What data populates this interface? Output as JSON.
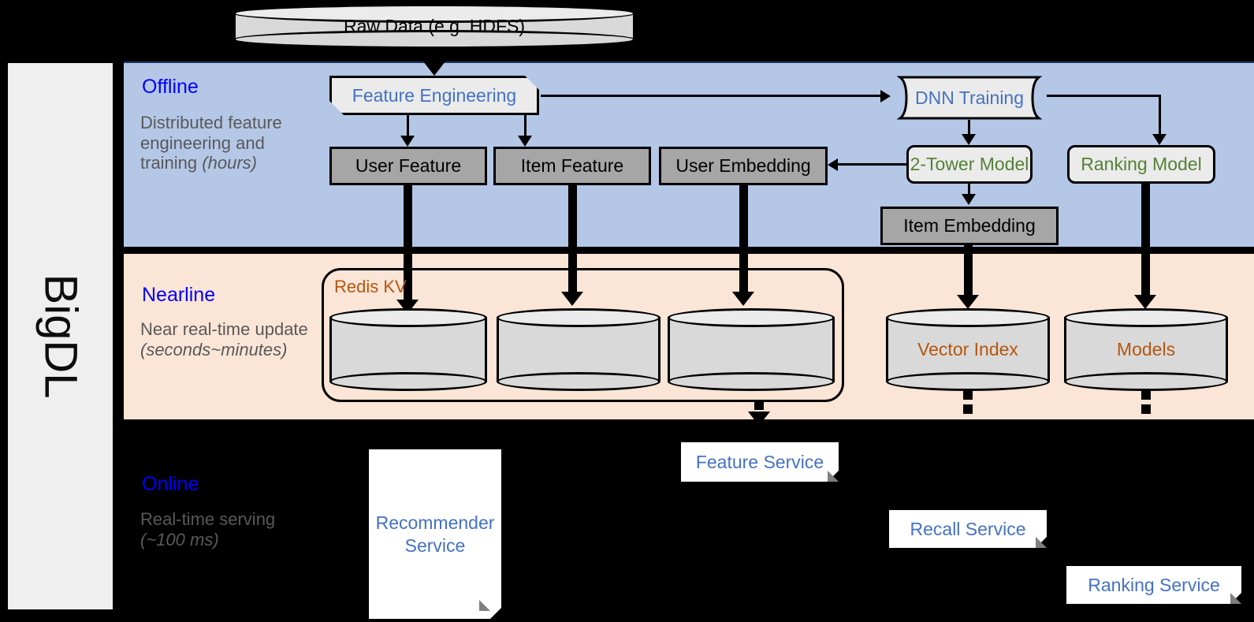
{
  "framework": {
    "name": "BigDL"
  },
  "source": {
    "label": "Raw Data (e.g. HDFS)"
  },
  "bands": {
    "offline": {
      "title": "Offline",
      "subtitle_a": "Distributed feature engineering and training ",
      "subtitle_b": "(hours)"
    },
    "nearline": {
      "title": "Nearline",
      "subtitle_a": "Near real-time update ",
      "subtitle_b": "(seconds~minutes)"
    },
    "online": {
      "title": "Online",
      "subtitle_a": "Real-time serving ",
      "subtitle_b": "(~100 ms)"
    }
  },
  "offline_nodes": {
    "feature_engineering": "Feature Engineering",
    "dnn_training": "DNN Training",
    "user_feature": "User Feature",
    "item_feature": "Item Feature",
    "user_embedding": "User Embedding",
    "two_tower_model": "2-Tower Model",
    "ranking_model": "Ranking Model",
    "item_embedding": "Item Embedding"
  },
  "nearline_nodes": {
    "redis_group": "Redis KV",
    "store_user_feature": "",
    "store_item_feature": "",
    "store_user_embedding": "",
    "vector_index": "Vector Index",
    "models": "Models"
  },
  "online_nodes": {
    "recommender_service": "Recommender Service",
    "feature_service": "Feature Service",
    "recall_service": "Recall Service",
    "ranking_service": "Ranking Service"
  },
  "colors": {
    "offline_band": "#b4c7e7",
    "nearline_band": "#fbe5d6",
    "online_band": "#000000",
    "band_title": "#0000ff",
    "band_subtitle": "#595959",
    "process_text": "#4472c4",
    "model_text": "#548235",
    "store_text": "#b4560f",
    "data_box": "#a6a6a6",
    "process_box": "#ebebeb",
    "rail": "#efefef"
  }
}
